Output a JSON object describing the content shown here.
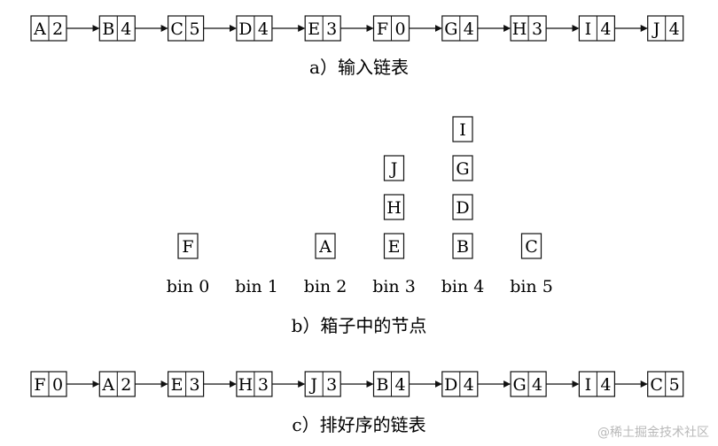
{
  "input_list": [
    {
      "letter": "A",
      "key": "2"
    },
    {
      "letter": "B",
      "key": "4"
    },
    {
      "letter": "C",
      "key": "5"
    },
    {
      "letter": "D",
      "key": "4"
    },
    {
      "letter": "E",
      "key": "3"
    },
    {
      "letter": "F",
      "key": "0"
    },
    {
      "letter": "G",
      "key": "4"
    },
    {
      "letter": "H",
      "key": "3"
    },
    {
      "letter": "I",
      "key": "4"
    },
    {
      "letter": "J",
      "key": "4"
    }
  ],
  "caption_a": "a）输入链表",
  "bins": [
    {
      "label": "bin 0",
      "nodes": [
        "F"
      ]
    },
    {
      "label": "bin 1",
      "nodes": []
    },
    {
      "label": "bin 2",
      "nodes": [
        "A"
      ]
    },
    {
      "label": "bin 3",
      "nodes": [
        "E",
        "H",
        "J"
      ]
    },
    {
      "label": "bin 4",
      "nodes": [
        "B",
        "D",
        "G",
        "I"
      ]
    },
    {
      "label": "bin 5",
      "nodes": [
        "C"
      ]
    }
  ],
  "caption_b": "b）箱子中的节点",
  "sorted_list": [
    {
      "letter": "F",
      "key": "0"
    },
    {
      "letter": "A",
      "key": "2"
    },
    {
      "letter": "E",
      "key": "3"
    },
    {
      "letter": "H",
      "key": "3"
    },
    {
      "letter": "J",
      "key": "3"
    },
    {
      "letter": "B",
      "key": "4"
    },
    {
      "letter": "D",
      "key": "4"
    },
    {
      "letter": "G",
      "key": "4"
    },
    {
      "letter": "I",
      "key": "4"
    },
    {
      "letter": "C",
      "key": "5"
    }
  ],
  "caption_c": "c）排好序的链表",
  "watermark": "@稀土掘金技术社区"
}
